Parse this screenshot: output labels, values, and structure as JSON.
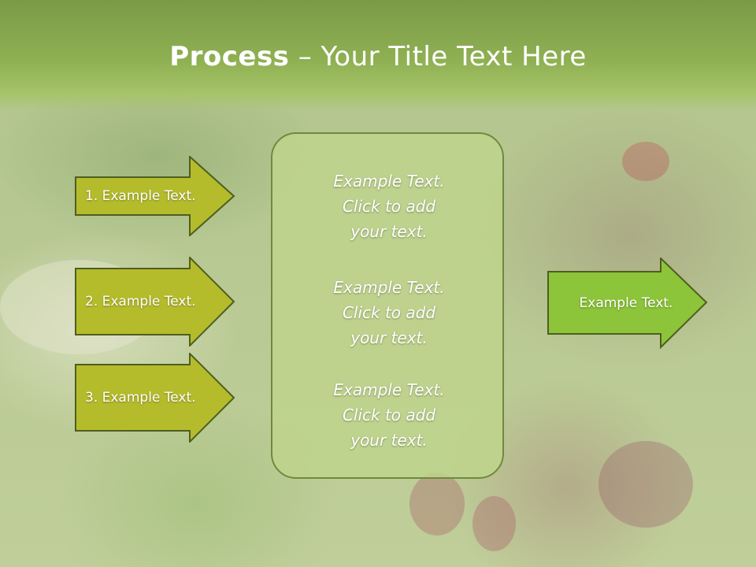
{
  "slide": {
    "title_bold": "Process",
    "title_rest": " – Your Title Text Here"
  },
  "left_arrows": [
    {
      "label": "1. Example Text."
    },
    {
      "label": "2. Example Text."
    },
    {
      "label": "3. Example Text."
    }
  ],
  "center_box": {
    "blocks": [
      {
        "line1": "Example Text.",
        "line2": "Click  to add",
        "line3": "your text."
      },
      {
        "line1": "Example Text.",
        "line2": "Click  to add",
        "line3": "your text."
      },
      {
        "line1": "Example Text.",
        "line2": "Click  to add",
        "line3": "your text."
      }
    ]
  },
  "right_arrow": {
    "label": "Example Text."
  },
  "colors": {
    "title_band": "#8fb052",
    "left_arrow_fill": "#b5bc2c",
    "right_arrow_fill": "#8cc43a",
    "center_box_fill": "#bed48c",
    "outline": "#4e5e20"
  }
}
